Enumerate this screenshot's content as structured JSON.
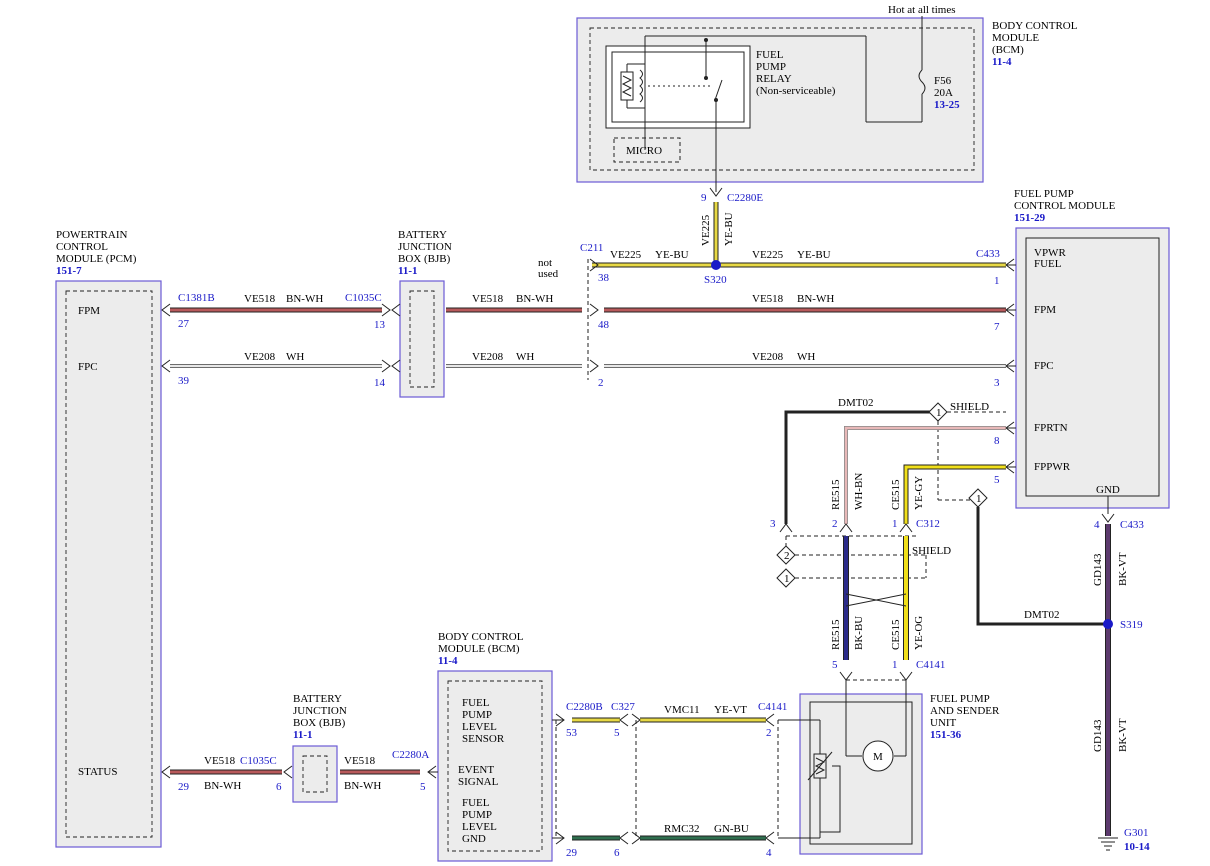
{
  "bcm_top": {
    "title": [
      "BODY CONTROL",
      "MODULE",
      "(BCM)"
    ],
    "ref": "11-4"
  },
  "hot_label": "Hot at all times",
  "relay": {
    "label": [
      "FUEL",
      "PUMP",
      "RELAY",
      "(Non-serviceable)"
    ],
    "micro": "MICRO"
  },
  "fuse": {
    "name": "F56",
    "rating": "20A",
    "ref": "13-25"
  },
  "pcm": {
    "title": [
      "POWERTRAIN",
      "CONTROL",
      "MODULE (PCM)"
    ],
    "ref": "151-7",
    "pins": [
      "FPM",
      "FPC",
      "STATUS"
    ]
  },
  "bjb_top": {
    "title": [
      "BATTERY",
      "JUNCTION",
      "BOX (BJB)"
    ],
    "ref": "11-1"
  },
  "bjb_bottom": {
    "title": [
      "BATTERY",
      "JUNCTION",
      "BOX (BJB)"
    ],
    "ref": "11-1"
  },
  "fpcm": {
    "title": [
      "FUEL PUMP",
      "CONTROL MODULE"
    ],
    "ref": "151-29",
    "pins": [
      "VPWR",
      "FUEL",
      "FPM",
      "FPC",
      "FPRTN",
      "FPPWR",
      "GND"
    ]
  },
  "bcm_bottom": {
    "title": [
      "BODY CONTROL",
      "MODULE (BCM)"
    ],
    "ref": "11-4",
    "sensor": [
      "FUEL",
      "PUMP",
      "LEVEL",
      "SENSOR"
    ],
    "event": [
      "EVENT",
      "SIGNAL"
    ],
    "gnd": [
      "FUEL",
      "PUMP",
      "LEVEL",
      "GND"
    ]
  },
  "sender": {
    "title": [
      "FUEL PUMP",
      "AND SENDER",
      "UNIT"
    ],
    "ref": "151-36",
    "motor": "M"
  },
  "connectors": {
    "c1381b": "C1381B",
    "c1035c_a": "C1035C",
    "c1035c_b": "C1035C",
    "c211": "C211",
    "c433_a": "C433",
    "c433_b": "C433",
    "c2280e": "C2280E",
    "c2280a": "C2280A",
    "c2280b": "C2280B",
    "c327": "C327",
    "c4141_a": "C4141",
    "c4141_b": "C4141",
    "c312": "C312",
    "s320": "S320",
    "s319": "S319",
    "g301": "G301",
    "g301_ref": "10-14"
  },
  "wires": {
    "ve518": "VE518",
    "bn_wh": "BN-WH",
    "ve208": "VE208",
    "wh": "WH",
    "ve225": "VE225",
    "ye_bu": "YE-BU",
    "dmt02": "DMT02",
    "re515": "RE515",
    "wh_bn": "WH-BN",
    "ce515": "CE515",
    "ye_gy": "YE-GY",
    "bk_bu": "BK-BU",
    "ye_og": "YE-OG",
    "gd143": "GD143",
    "bk_vt": "BK-VT",
    "vmc11": "VMC11",
    "ye_vt": "YE-VT",
    "rmc32": "RMC32",
    "gn_bu": "GN-BU"
  },
  "shield": "SHIELD",
  "not_used": [
    "not",
    "used"
  ],
  "pins": {
    "p27": "27",
    "p13": "13",
    "p48": "48",
    "p7": "7",
    "p39": "39",
    "p14": "14",
    "p2": "2",
    "p3": "3",
    "p38": "38",
    "p1": "1",
    "p9": "9",
    "p8": "8",
    "p5": "5",
    "p4": "4",
    "p29": "29",
    "p6": "6",
    "p53": "53",
    "c312_3": "3",
    "c312_2": "2",
    "c312_1": "1",
    "c4141_5": "5",
    "c4141_1": "1",
    "p_5b": "5",
    "p_2": "2",
    "p_6": "6",
    "p_4": "4",
    "p_5c": "5"
  },
  "colors": {
    "bn_wh": "#b8595b",
    "ye": "#e7d844",
    "wh": "#d9d9d9",
    "bk": "#222222",
    "gn": "#2f6f4f",
    "ye_og": "#f0df1a",
    "blue": "#1a1ac8",
    "border": "#6b5bd6"
  }
}
